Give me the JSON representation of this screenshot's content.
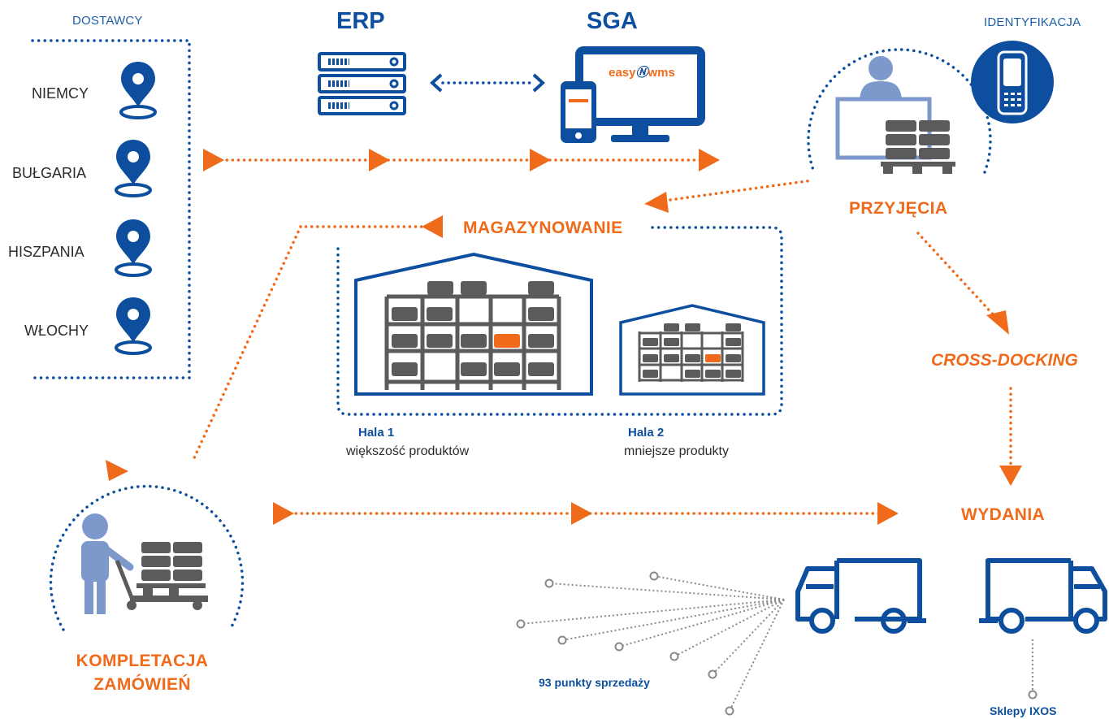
{
  "suppliers": {
    "title": "DOSTAWCY",
    "countries": [
      "NIEMCY",
      "BUŁGARIA",
      "HISZPANIA",
      "WŁOCHY"
    ]
  },
  "erp": {
    "label": "ERP"
  },
  "sga": {
    "label": "SGA",
    "logo_text": "easy wms"
  },
  "identification": {
    "label": "IDENTYFIKACJA"
  },
  "receiving": {
    "label": "PRZYJĘCIA"
  },
  "storage": {
    "label": "MAGAZYNOWANIE",
    "halls": [
      {
        "title": "Hala 1",
        "subtitle": "większość produktów"
      },
      {
        "title": "Hala 2",
        "subtitle": "mniejsze produkty"
      }
    ]
  },
  "cross_docking": {
    "label": "CROSS-DOCKING"
  },
  "shipping": {
    "label": "WYDANIA"
  },
  "picking": {
    "line1": "KOMPLETACJA",
    "line2": "ZAMÓWIEŃ"
  },
  "outlets": {
    "label": "93 punkty sprzedaży"
  },
  "stores": {
    "label": "Sklepy IXOS"
  },
  "colors": {
    "blue": "#0d4f9e",
    "orange": "#ef6a1a",
    "light_blue": "#7d99cc",
    "grey": "#5b5b5b"
  },
  "icons": [
    "location-pin-icon",
    "server-icon",
    "monitor-icon",
    "phone-icon",
    "scanner-icon",
    "worker-icon",
    "pallet-icon",
    "warehouse-icon",
    "truck-icon",
    "pallet-jack-icon",
    "node-icon"
  ]
}
